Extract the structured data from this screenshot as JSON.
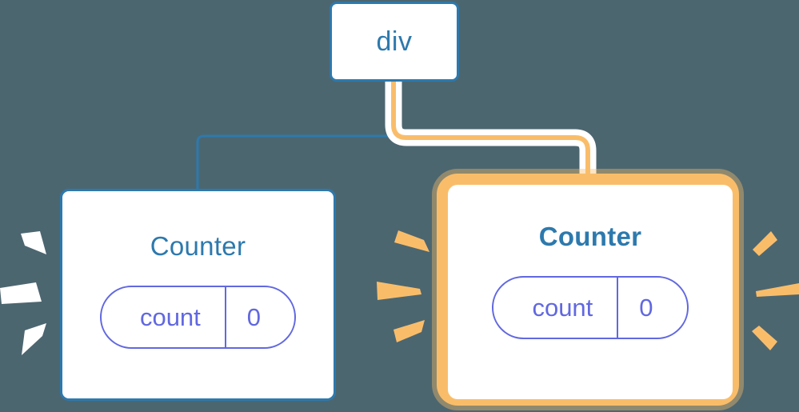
{
  "diagram": {
    "type": "component-tree",
    "background_color": "#4c6670",
    "root": {
      "label": "div"
    },
    "children": [
      {
        "label": "Counter",
        "highlighted": false,
        "emphasis": "normal",
        "ray_color": "#ffffff",
        "state": {
          "key": "count",
          "value": "0"
        }
      },
      {
        "label": "Counter",
        "highlighted": true,
        "emphasis": "bold",
        "ray_color": "#f9bd6a",
        "state": {
          "key": "count",
          "value": "0"
        }
      }
    ],
    "edges": [
      {
        "from": "div",
        "to": "Counter (left)",
        "color": "#2d79ad",
        "style": "thin"
      },
      {
        "from": "div",
        "to": "Counter (right)",
        "color": "#f9bd6a",
        "style": "thick-highlight"
      }
    ],
    "colors": {
      "background": "#4c6670",
      "node_border": "#2d79ad",
      "node_fill": "#ffffff",
      "title_text": "#2d79ad",
      "state_pill": "#6168e0",
      "highlight": "#f9bd6a",
      "highlight_glow": "#fbd9a4",
      "white_rays": "#ffffff"
    }
  }
}
